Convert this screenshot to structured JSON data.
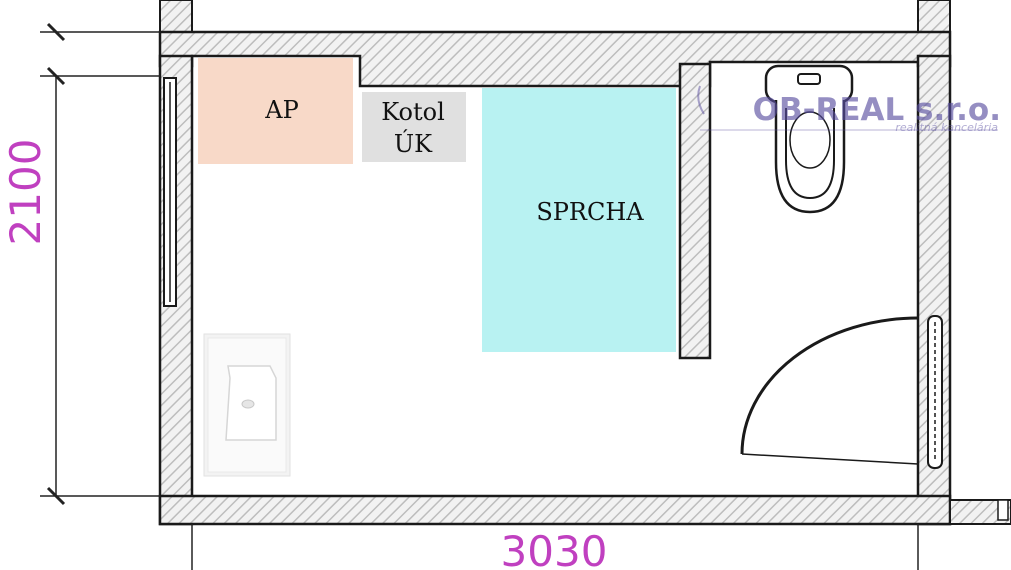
{
  "rooms": {
    "ap": {
      "label": "AP",
      "color": "#f8d9c8"
    },
    "kotol": {
      "line1": "Kotol",
      "line2": "ÚK",
      "color": "#e0e0e0"
    },
    "sprcha": {
      "label": "SPRCHA",
      "color": "#b8f2f2"
    }
  },
  "dimensions": {
    "height": "2100",
    "width": "3030",
    "color": "#c040c0"
  },
  "watermark": {
    "brand": "OB-REAL s.r.o.",
    "tagline": "realitná kancelária",
    "color": "#5a4fa0"
  },
  "colors": {
    "wall": "#1a1a1a",
    "hatch": "#c8c8c8",
    "dim_line": "#222222"
  }
}
